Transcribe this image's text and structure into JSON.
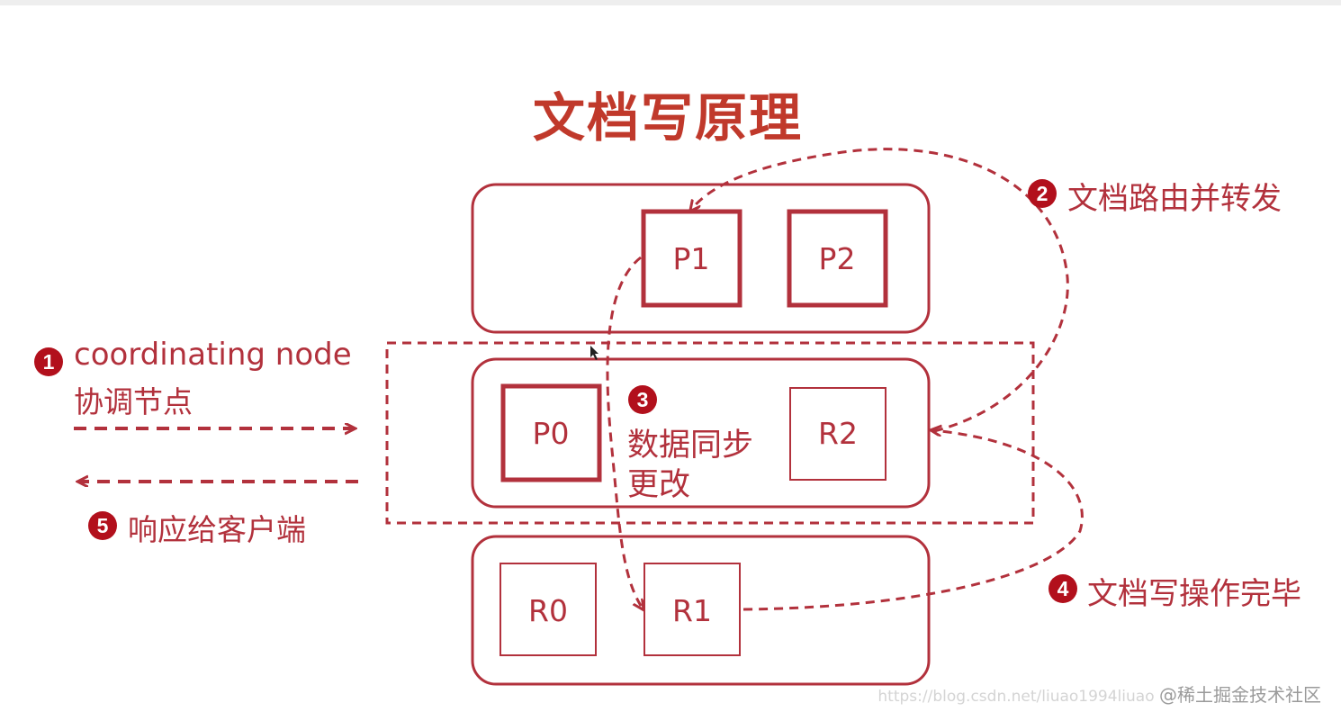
{
  "title": "文档写原理",
  "colors": {
    "accent": "#b2313c",
    "badge": "#b2101c",
    "title": "#c0392b"
  },
  "nodes": [
    {
      "shards": [
        {
          "label": "P1",
          "primary": true
        },
        {
          "label": "P2",
          "primary": true
        }
      ]
    },
    {
      "shards": [
        {
          "label": "P0",
          "primary": true
        },
        {
          "label": "R2",
          "primary": false
        }
      ]
    },
    {
      "shards": [
        {
          "label": "R0",
          "primary": false
        },
        {
          "label": "R1",
          "primary": false
        }
      ]
    }
  ],
  "steps": {
    "s1": {
      "num": "1",
      "text_en": "coordinating node",
      "text_cn": "协调节点"
    },
    "s2": {
      "num": "2",
      "text": "文档路由并转发"
    },
    "s3": {
      "num": "3",
      "line1": "数据同步",
      "line2": "更改"
    },
    "s4": {
      "num": "4",
      "text": "文档写操作完毕"
    },
    "s5": {
      "num": "5",
      "text": "响应给客户端"
    }
  },
  "watermark": {
    "url": "https://blog.csdn.net/liuao1994liuao",
    "site": "@稀土掘金技术社区"
  }
}
